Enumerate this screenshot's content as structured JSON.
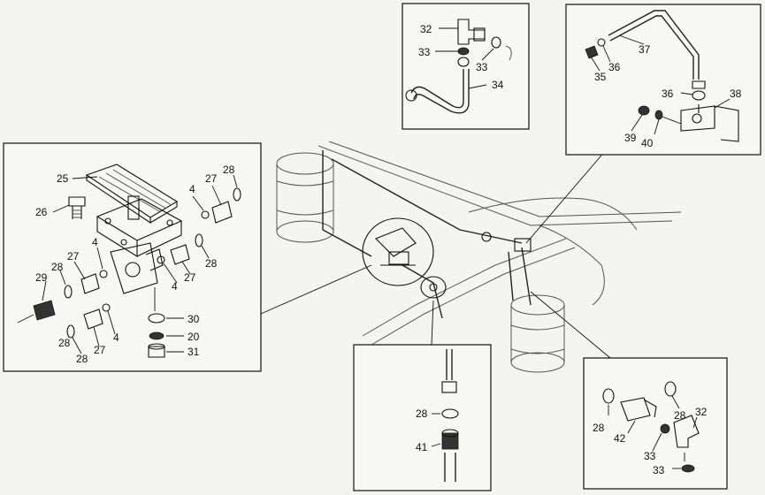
{
  "figure": {
    "callouts_top_left_panel": [
      "32",
      "33",
      "33",
      "34"
    ],
    "callouts_top_right_panel": [
      "37",
      "36",
      "35",
      "36",
      "38",
      "39",
      "40"
    ],
    "callouts_left_panel": [
      "25",
      "26",
      "28",
      "27",
      "4",
      "4",
      "28",
      "29",
      "28",
      "27",
      "4",
      "27",
      "28",
      "4",
      "28",
      "27",
      "30",
      "20",
      "31"
    ],
    "callouts_bottom_center_panel": [
      "28",
      "41"
    ],
    "callouts_bottom_right_panel": [
      "28",
      "28",
      "32",
      "42",
      "33",
      "33"
    ]
  }
}
